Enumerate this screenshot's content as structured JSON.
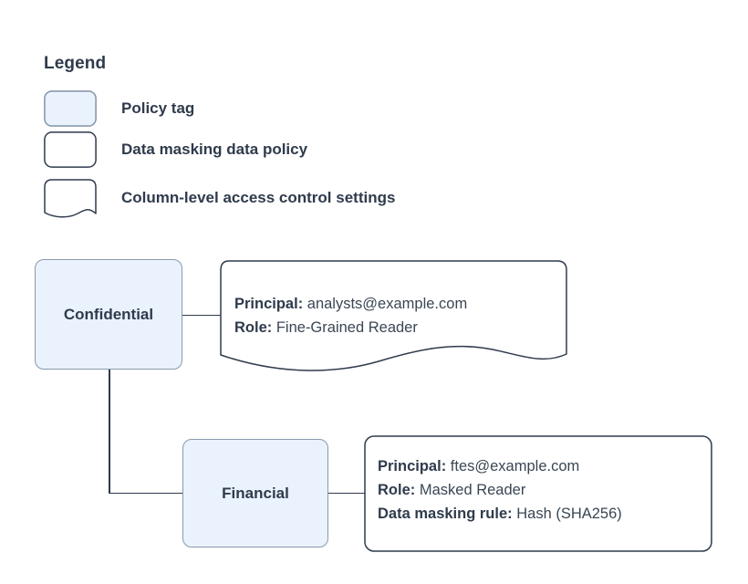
{
  "legend": {
    "title": "Legend",
    "items": [
      {
        "shape": "policy-tag",
        "label": "Policy tag"
      },
      {
        "shape": "rounded-rect",
        "label": "Data masking data policy"
      },
      {
        "shape": "document-wave",
        "label": "Column-level access control settings"
      }
    ]
  },
  "nodes": [
    {
      "id": "confidential",
      "label": "Confidential"
    },
    {
      "id": "financial",
      "label": "Financial"
    }
  ],
  "callouts": [
    {
      "id": "confidential-access",
      "shape": "document-wave",
      "lines": [
        {
          "key": "Principal:",
          "value": "analysts@example.com"
        },
        {
          "key": "Role:",
          "value": "Fine-Grained Reader"
        }
      ]
    },
    {
      "id": "financial-policy",
      "shape": "rounded-rect",
      "lines": [
        {
          "key": "Principal:",
          "value": "ftes@example.com"
        },
        {
          "key": "Role:",
          "value": "Masked Reader"
        },
        {
          "key": "Data masking rule:",
          "value": "Hash (SHA256)"
        }
      ]
    }
  ],
  "colors": {
    "node_fill": "#eaf2fd",
    "node_stroke": "#8a99ad",
    "callout_stroke": "#2f3b4c",
    "text": "#2f3b4c",
    "edge": "#2f3b4c",
    "background": "#ffffff"
  }
}
